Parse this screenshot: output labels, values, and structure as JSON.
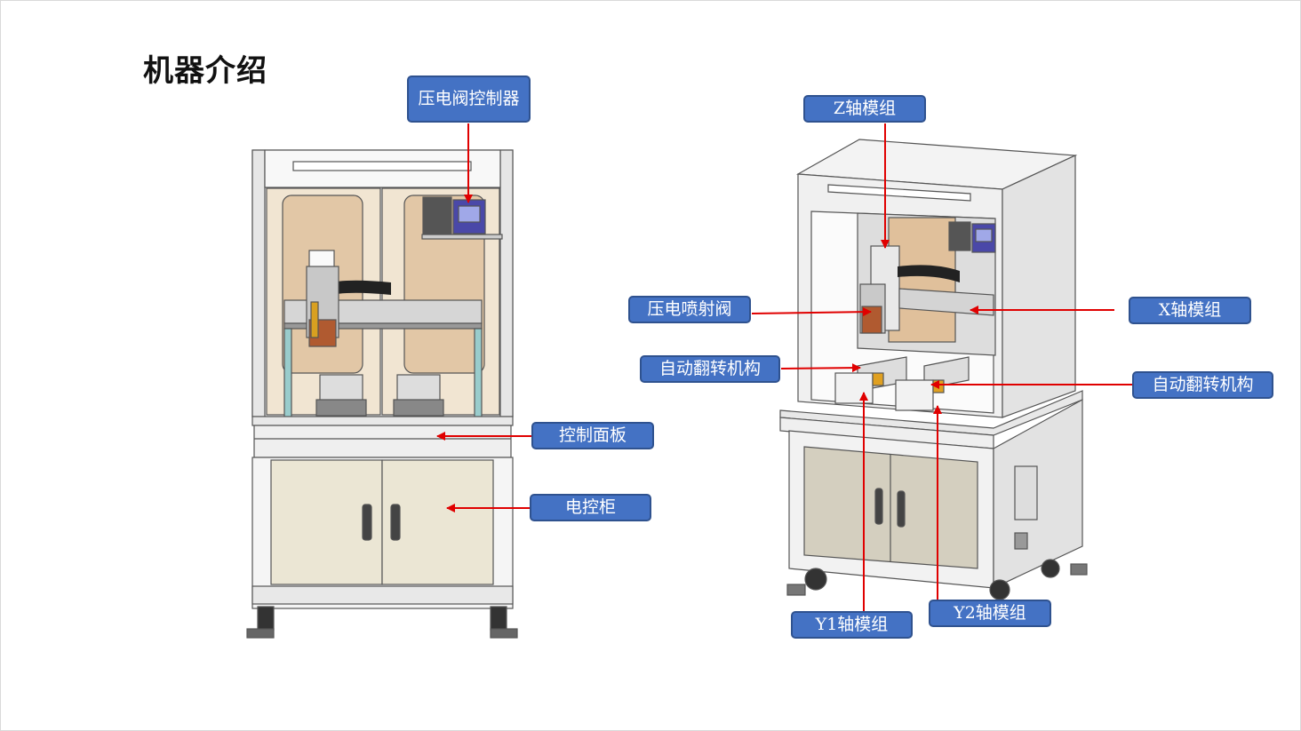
{
  "page": {
    "title": "机器介绍"
  },
  "callouts": {
    "piezo_controller": "压电阀控制器",
    "control_panel": "控制面板",
    "electric_cabinet": "电控柜",
    "z_axis": "Z轴模组",
    "piezo_valve": "压电喷射阀",
    "x_axis": "X轴模组",
    "flip_left": "自动翻转机构",
    "flip_right": "自动翻转机构",
    "y1_axis": "Y1轴模组",
    "y2_axis": "Y2轴模组"
  },
  "colors": {
    "callout_fill": "#4472c4",
    "callout_border": "#2f528f",
    "arrow": "#e00000"
  }
}
